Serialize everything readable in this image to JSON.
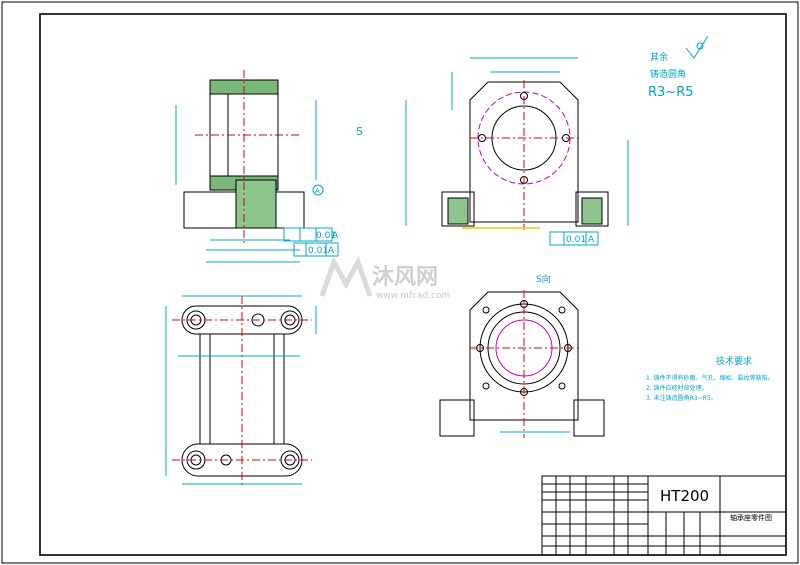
{
  "notes": {
    "line1": "其余",
    "line2": "铸造圆角",
    "line3": "R3~R5"
  },
  "section_label": "S",
  "section_view_label": "S向",
  "tech_req": {
    "title": "技术要求",
    "items": [
      "1. 铸件不得有砂眼、气孔、缩松、裂纹等缺陷。",
      "2. 铸件应经时效处理。",
      "3. 未注铸造圆角R3~R5。"
    ]
  },
  "tolerances": {
    "flat1": "0.01",
    "datum1": "A",
    "flat2": "0.01",
    "datum2": "A",
    "flat3": "0.01",
    "datum3": "A",
    "datum_circle": "A"
  },
  "title_block": {
    "material": "HT200",
    "part_name": "轴承座零件图"
  },
  "watermark": {
    "brand": "沐风网",
    "url": "www.mfcad.com"
  }
}
